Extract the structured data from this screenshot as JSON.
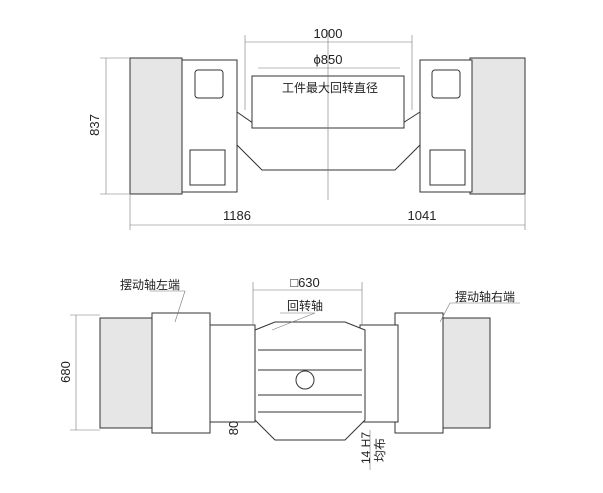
{
  "top_view": {
    "dim_width_top": "1000",
    "dim_diameter": "ϕ850",
    "workpiece_label": "工件最大回转直径",
    "dim_height": "837",
    "dim_left": "1186",
    "dim_right": "1041"
  },
  "bottom_view": {
    "dim_table": "□630",
    "rotary_axis_label": "回转轴",
    "tilt_left_label": "摆动轴左端",
    "tilt_right_label": "摆动轴右端",
    "dim_height": "680",
    "dim_80": "80",
    "slot_spec": "14 H7",
    "slot_note": "均布"
  }
}
